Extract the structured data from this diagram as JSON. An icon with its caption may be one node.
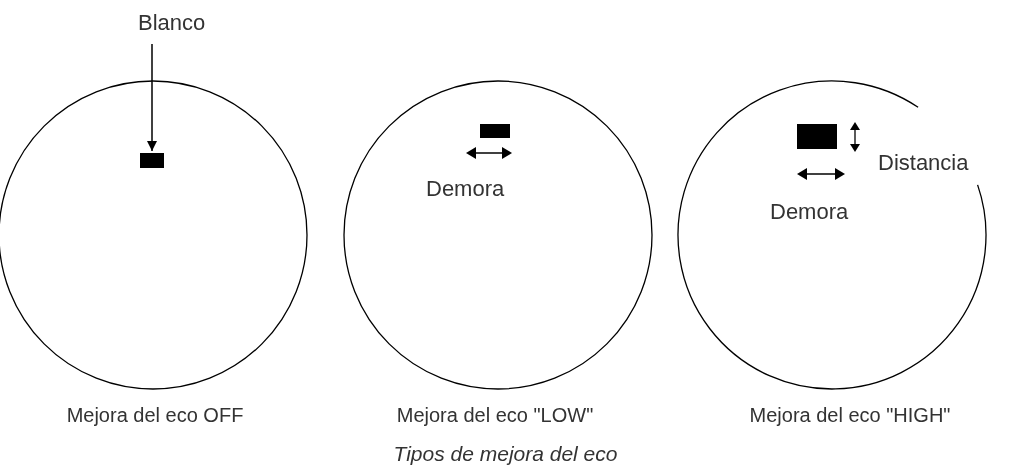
{
  "diagram": {
    "caption": "Tipos de mejora del eco",
    "nodes": [
      {
        "text": [
          "Blanco"
        ]
      },
      {
        "text": [],
        "shape": "circle",
        "beside": [
          "Mejora del eco OFF"
        ]
      },
      {
        "text": [],
        "shape": "box",
        "in": 1
      },
      {
        "text": [],
        "shape": "circle",
        "beside": [
          "Mejora del eco \"LOW\""
        ]
      },
      {
        "text": [],
        "shape": "box",
        "in": 3
      },
      {
        "text": [],
        "shape": "circle",
        "beside": [
          "Mejora del eco \"HIGH\""
        ]
      },
      {
        "text": [],
        "shape": "box",
        "in": 5
      }
    ],
    "edges": [
      {
        "from": 0,
        "to": 2,
        "arrow": "to"
      }
    ],
    "labels": [
      "Demora",
      "Distancia",
      "Demora"
    ]
  }
}
